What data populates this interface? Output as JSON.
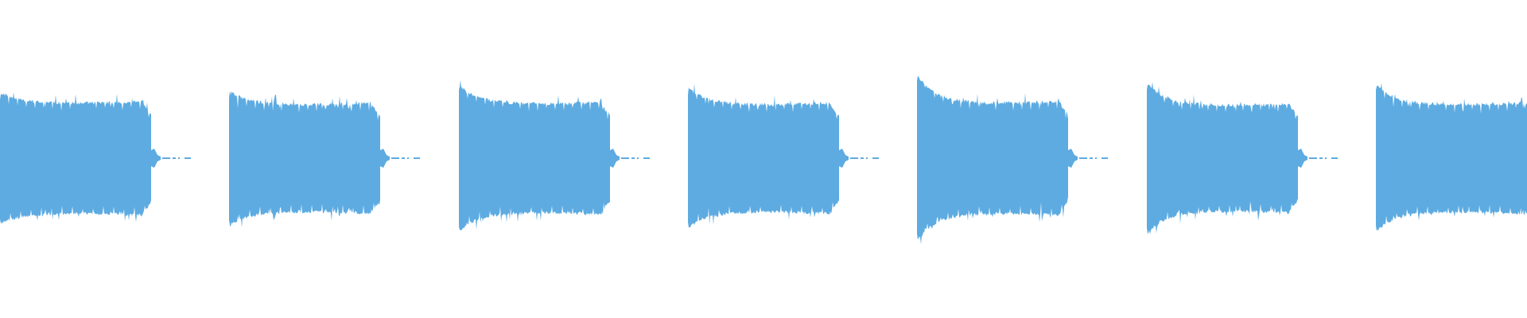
{
  "waveform": {
    "color": "#5DABE1",
    "background": "#FFFFFF",
    "segments": [
      {
        "index": 1,
        "attack_peak": 0.78,
        "sustain_level": 0.68,
        "release_tail": true
      },
      {
        "index": 2,
        "attack_peak": 0.8,
        "sustain_level": 0.66,
        "release_tail": true
      },
      {
        "index": 3,
        "attack_peak": 0.88,
        "sustain_level": 0.67,
        "release_tail": true
      },
      {
        "index": 4,
        "attack_peak": 0.84,
        "sustain_level": 0.66,
        "release_tail": true
      },
      {
        "index": 5,
        "attack_peak": 1.0,
        "sustain_level": 0.68,
        "release_tail": true
      },
      {
        "index": 6,
        "attack_peak": 0.9,
        "sustain_level": 0.65,
        "release_tail": true
      },
      {
        "index": 7,
        "attack_peak": 0.88,
        "sustain_level": 0.66,
        "release_tail": false
      }
    ]
  }
}
